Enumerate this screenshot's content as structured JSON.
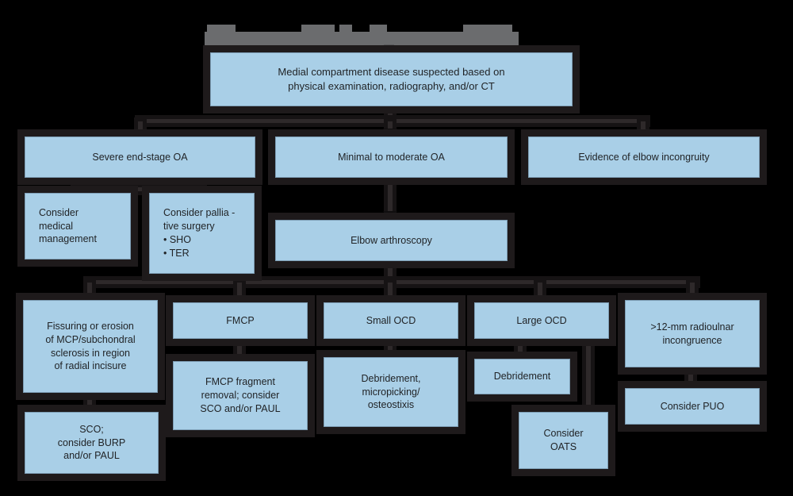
{
  "figure": {
    "background": "#000000",
    "box_fill": "#a9cfe7",
    "box_text_color": "#212427",
    "connector_color": "#2e292a",
    "halo_color": "#1e1a1b",
    "title_redacted": true
  },
  "nodes": {
    "root": {
      "lines": [
        "Medial compartment disease suspected based on",
        "physical examination, radiography, and/or CT"
      ]
    },
    "severe": {
      "label": "Severe end-stage OA"
    },
    "minimal": {
      "label": "Minimal to moderate OA"
    },
    "evidence": {
      "label": "Evidence of elbow incongruity"
    },
    "medical": {
      "lines": [
        "Consider",
        "medical",
        "management"
      ]
    },
    "palliative": {
      "lines": [
        "Consider pallia -",
        "tive surgery",
        "• SHO",
        "• TER"
      ]
    },
    "arthroscopy": {
      "label": "Elbow arthroscopy"
    },
    "fissuring": {
      "lines": [
        "Fissuring or erosion",
        "of MCP/subchondral",
        "sclerosis in region",
        "of radial incisure"
      ]
    },
    "fmcp": {
      "label": "FMCP"
    },
    "small_ocd": {
      "label": "Small OCD"
    },
    "large_ocd": {
      "label": "Large OCD"
    },
    "radioulnar": {
      "lines": [
        ">12-mm radioulnar",
        "incongruence"
      ]
    },
    "sco": {
      "lines": [
        "SCO;",
        "consider BURP",
        "and/or PAUL"
      ]
    },
    "fmcp_removal": {
      "lines": [
        "FMCP fragment",
        "removal; consider",
        "SCO and/or PAUL"
      ]
    },
    "debridement_micro": {
      "lines": [
        "Debridement,",
        "micropicking/",
        "osteostixis"
      ]
    },
    "debridement": {
      "label": "Debridement"
    },
    "oats": {
      "lines": [
        "Consider",
        "OATS"
      ]
    },
    "puo": {
      "label": "Consider PUO"
    }
  }
}
